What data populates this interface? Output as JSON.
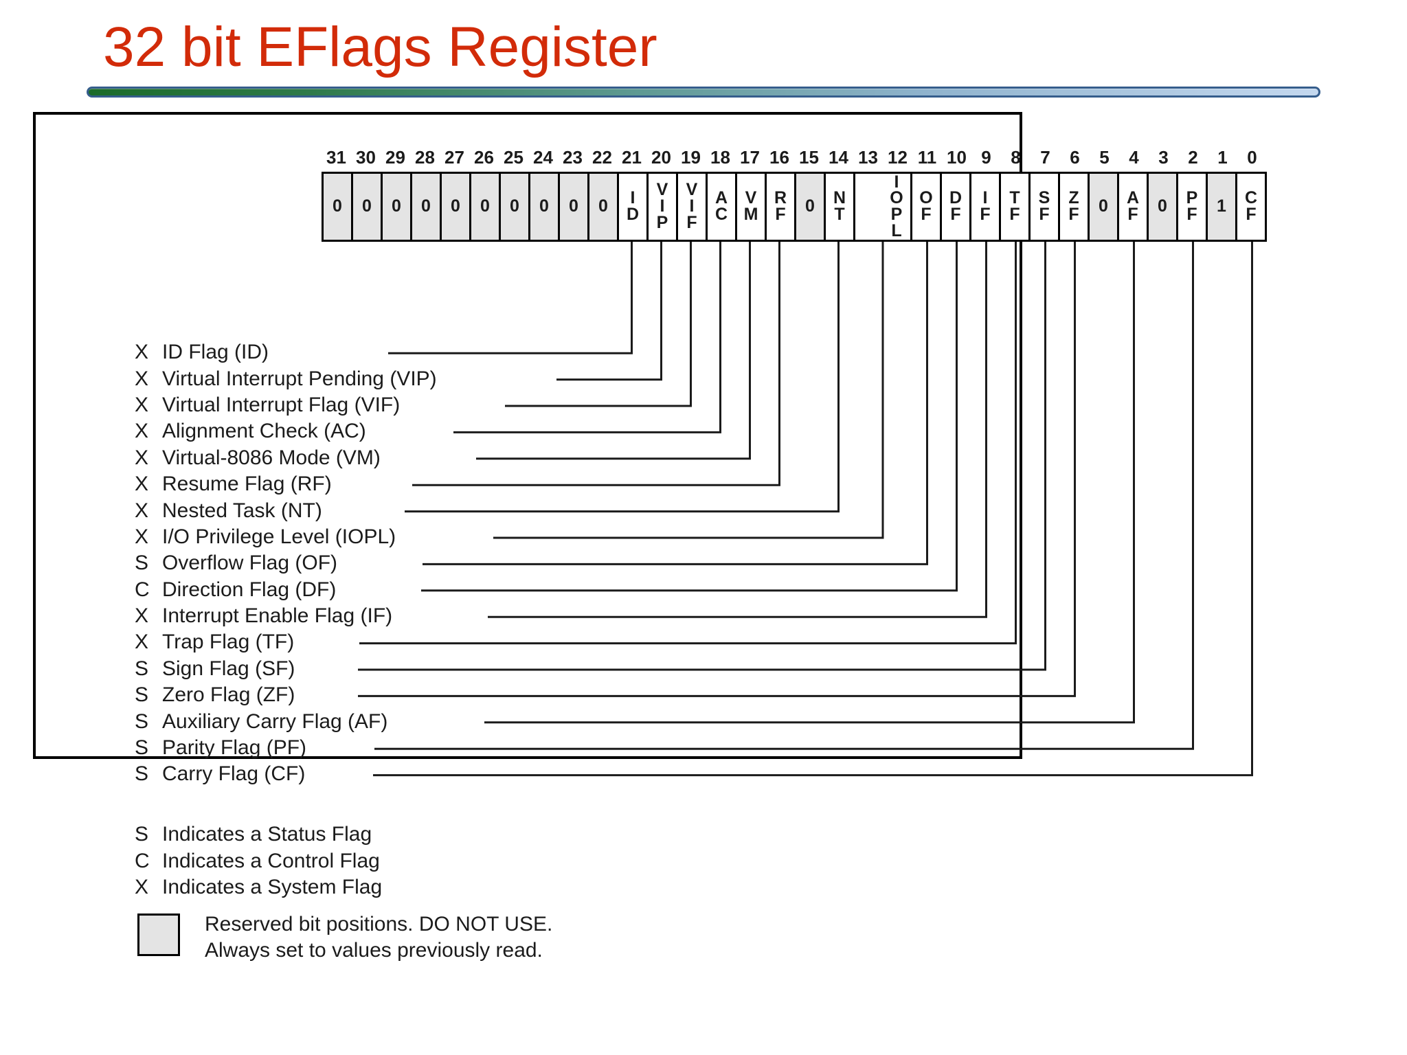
{
  "title": "32 bit EFlags Register",
  "colors": {
    "title": "#D22B09",
    "divider_start": "#1b6b2a",
    "divider_end": "#c4d8ef",
    "divider_border": "#355d8c",
    "reserved_fill": "#e4e4e4",
    "ink": "#1b1b1b"
  },
  "register": {
    "bit_numbers": [
      "31",
      "30",
      "29",
      "28",
      "27",
      "26",
      "25",
      "24",
      "23",
      "22",
      "21",
      "20",
      "19",
      "18",
      "17",
      "16",
      "15",
      "14",
      "13",
      "12",
      "11",
      "10",
      "9",
      "8",
      "7",
      "6",
      "5",
      "4",
      "3",
      "2",
      "1",
      "0"
    ],
    "cells": [
      {
        "bit": 31,
        "label": "0",
        "reserved": true
      },
      {
        "bit": 30,
        "label": "0",
        "reserved": true
      },
      {
        "bit": 29,
        "label": "0",
        "reserved": true
      },
      {
        "bit": 28,
        "label": "0",
        "reserved": true
      },
      {
        "bit": 27,
        "label": "0",
        "reserved": true
      },
      {
        "bit": 26,
        "label": "0",
        "reserved": true
      },
      {
        "bit": 25,
        "label": "0",
        "reserved": true
      },
      {
        "bit": 24,
        "label": "0",
        "reserved": true
      },
      {
        "bit": 23,
        "label": "0",
        "reserved": true
      },
      {
        "bit": 22,
        "label": "0",
        "reserved": true
      },
      {
        "bit": 21,
        "label": "I\nD",
        "reserved": false
      },
      {
        "bit": 20,
        "label": "V\nI\nP",
        "reserved": false
      },
      {
        "bit": 19,
        "label": "V\nI\nF",
        "reserved": false
      },
      {
        "bit": 18,
        "label": "A\nC",
        "reserved": false
      },
      {
        "bit": 17,
        "label": "V\nM",
        "reserved": false
      },
      {
        "bit": 16,
        "label": "R\nF",
        "reserved": false
      },
      {
        "bit": 15,
        "label": "0",
        "reserved": true
      },
      {
        "bit": 14,
        "label": "N\nT",
        "reserved": false
      },
      {
        "bit": 13,
        "label": "",
        "reserved": false,
        "merged": true
      },
      {
        "bit": 12,
        "label": "I\nO\nP\nL",
        "reserved": false
      },
      {
        "bit": 11,
        "label": "O\nF",
        "reserved": false
      },
      {
        "bit": 10,
        "label": "D\nF",
        "reserved": false
      },
      {
        "bit": 9,
        "label": "I\nF",
        "reserved": false
      },
      {
        "bit": 8,
        "label": "T\nF",
        "reserved": false
      },
      {
        "bit": 7,
        "label": "S\nF",
        "reserved": false
      },
      {
        "bit": 6,
        "label": "Z\nF",
        "reserved": false
      },
      {
        "bit": 5,
        "label": "0",
        "reserved": true
      },
      {
        "bit": 4,
        "label": "A\nF",
        "reserved": false
      },
      {
        "bit": 3,
        "label": "0",
        "reserved": true
      },
      {
        "bit": 2,
        "label": "P\nF",
        "reserved": false
      },
      {
        "bit": 1,
        "label": "1",
        "reserved": true
      },
      {
        "bit": 0,
        "label": "C\nF",
        "reserved": false
      }
    ]
  },
  "flags": [
    {
      "type": "X",
      "name": "ID Flag (ID)",
      "bit": 21,
      "label_end_x": 565
    },
    {
      "type": "X",
      "name": "Virtual Interrupt Pending (VIP)",
      "bit": 20,
      "label_end_x": 810
    },
    {
      "type": "X",
      "name": "Virtual Interrupt Flag (VIF)",
      "bit": 19,
      "label_end_x": 735
    },
    {
      "type": "X",
      "name": "Alignment Check (AC)",
      "bit": 18,
      "label_end_x": 660
    },
    {
      "type": "X",
      "name": "Virtual-8086 Mode (VM)",
      "bit": 17,
      "label_end_x": 693
    },
    {
      "type": "X",
      "name": "Resume Flag (RF)",
      "bit": 16,
      "label_end_x": 600
    },
    {
      "type": "X",
      "name": "Nested Task (NT)",
      "bit": 14,
      "label_end_x": 589
    },
    {
      "type": "X",
      "name": "I/O Privilege Level (IOPL)",
      "bit": 13,
      "label_end_x": 718
    },
    {
      "type": "S",
      "name": "Overflow Flag (OF)",
      "bit": 11,
      "label_end_x": 615
    },
    {
      "type": "C",
      "name": "Direction Flag (DF)",
      "bit": 10,
      "label_end_x": 613
    },
    {
      "type": "X",
      "name": "Interrupt Enable Flag (IF)",
      "bit": 9,
      "label_end_x": 710
    },
    {
      "type": "X",
      "name": "Trap Flag (TF)",
      "bit": 8,
      "label_end_x": 523
    },
    {
      "type": "S",
      "name": "Sign Flag (SF)",
      "bit": 7,
      "label_end_x": 521
    },
    {
      "type": "S",
      "name": "Zero Flag (ZF)",
      "bit": 6,
      "label_end_x": 521
    },
    {
      "type": "S",
      "name": "Auxiliary Carry Flag (AF)",
      "bit": 4,
      "label_end_x": 705
    },
    {
      "type": "S",
      "name": "Parity Flag (PF)",
      "bit": 2,
      "label_end_x": 545
    },
    {
      "type": "S",
      "name": "Carry Flag (CF)",
      "bit": 0,
      "label_end_x": 543
    }
  ],
  "type_legend": [
    {
      "key": "S",
      "text": "Indicates a Status Flag"
    },
    {
      "key": "C",
      "text": "Indicates a Control Flag"
    },
    {
      "key": "X",
      "text": "Indicates a System Flag"
    }
  ],
  "reserved_note": {
    "line1": "Reserved bit positions. DO NOT USE.",
    "line2": "Always set to values previously read."
  }
}
